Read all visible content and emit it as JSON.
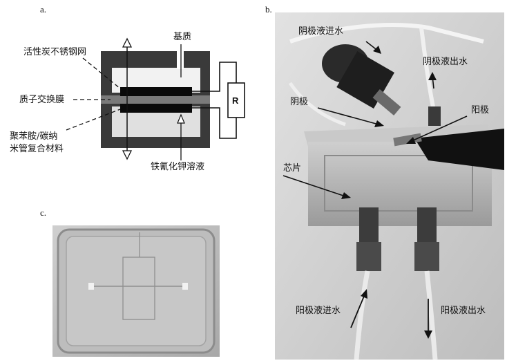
{
  "panels": {
    "a": {
      "tag": "a.",
      "labels": {
        "substrate": "基质",
        "carbon_mesh": "活性炭不锈钢网",
        "membrane": "质子交换膜",
        "composite_line1": "聚苯胺/碳纳",
        "composite_line2": "米管复合材料",
        "ferricyanide": "铁氰化钾溶液",
        "resistor": "R"
      }
    },
    "b": {
      "tag": "b.",
      "labels": {
        "cathode_in": "阴极液进水",
        "cathode_out": "阴极液出水",
        "cathode": "阴极",
        "anode": "阳极",
        "chip": "芯片",
        "anode_in": "阳极液进水",
        "anode_out": "阳极液出水"
      }
    },
    "c": {
      "tag": "c."
    }
  },
  "colors": {
    "dark_block": "#3a3a3a",
    "chamber_fill": "#e4e4e4",
    "membrane_gray": "#7a7a7a",
    "electrode_black": "#0a0a0a",
    "photo_bg": "#d8d8d8"
  }
}
